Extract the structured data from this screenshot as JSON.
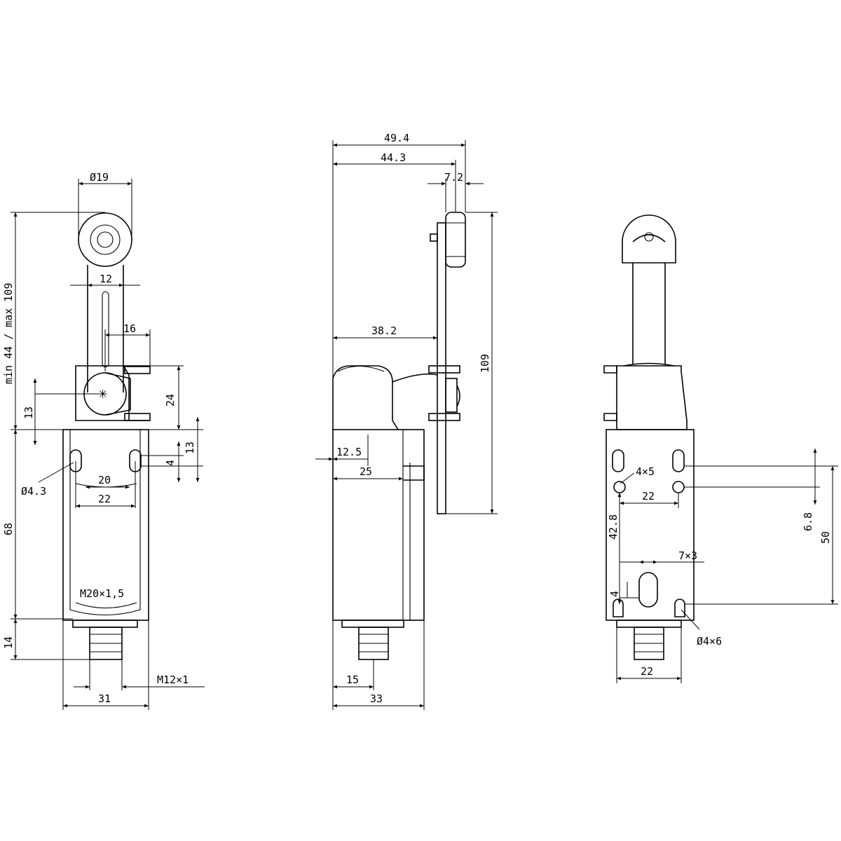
{
  "dimensions": {
    "front": {
      "roller_dia": "Ø19",
      "arm_width": "12",
      "offset": "16",
      "arm_range": "min 44 / max 109",
      "hub_height": "24",
      "pivot_height": "13",
      "slot_pitch_top": "13",
      "slot_length": "4",
      "hole_dia": "Ø4.3",
      "hole_pitch_20": "20",
      "hole_pitch_22": "22",
      "body_height": "68",
      "thread": "M20×1,5",
      "connector_height": "14",
      "connector_thread": "M12×1",
      "body_width": "31"
    },
    "side": {
      "total_depth": "49.4",
      "lever_depth": "44.3",
      "roller_width": "7.2",
      "plate_offset": "38.2",
      "lever_length": "109",
      "offset_12_5": "12.5",
      "offset_25": "25",
      "connector_offset": "15",
      "body_depth": "33"
    },
    "rear": {
      "slot_4x5": "4×5",
      "hole_pitch": "22",
      "height_42_8": "42.8",
      "slot_7x3": "7×3",
      "dim_6_8": "6.8",
      "dim_50": "50",
      "dim_4": "4",
      "hole_4x6": "Ø4×6",
      "bottom_width": "22"
    }
  }
}
